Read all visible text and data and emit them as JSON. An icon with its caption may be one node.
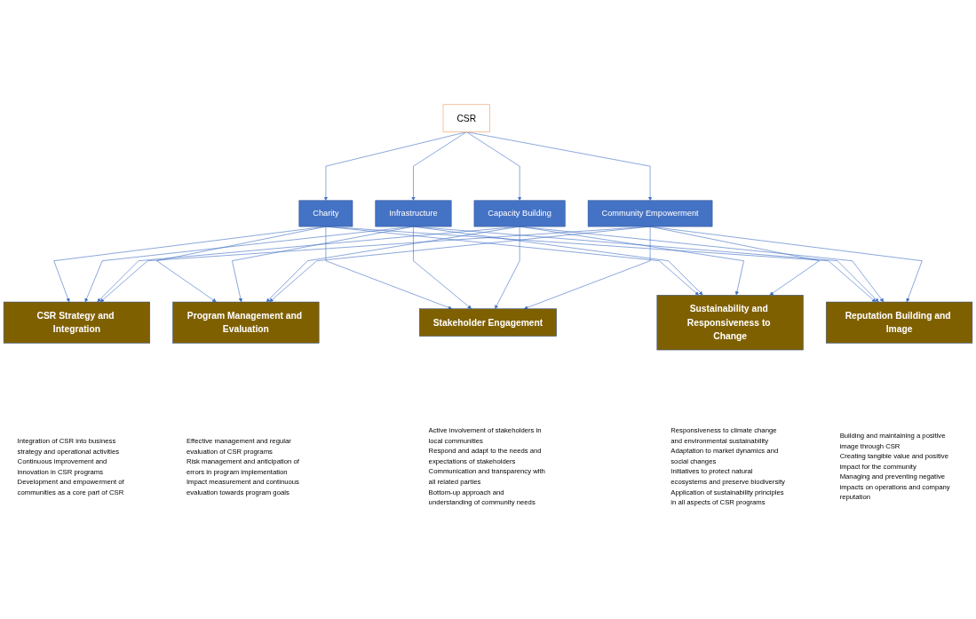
{
  "diagram": {
    "nodes": [
      {
        "text": [
          "CSR"
        ]
      },
      {
        "text": [
          "Charity"
        ]
      },
      {
        "text": [
          "Infrastructure"
        ]
      },
      {
        "text": [
          "Capacity Building"
        ]
      },
      {
        "text": [
          "Community Empowerment"
        ]
      },
      {
        "text": [
          "CSR Strategy and Integration"
        ],
        "beside": [
          "Integration of CSR into business strategy and operational activities",
          "Continuous improvement and innovation in CSR programs",
          "Development and empowerment of communities as a core part of CSR"
        ]
      },
      {
        "text": [
          "Program Management and Evaluation"
        ],
        "beside": [
          "Effective management and regular evaluation of CSR programs",
          "Risk management and anticipation of errors in program implementation",
          "Impact measurement and continuous evaluation towards program goals"
        ]
      },
      {
        "text": [
          "Stakeholder Engagement"
        ],
        "beside": [
          "Active involvement of stakeholders in local communities",
          "Respond and adapt to the needs and expectations of stakeholders",
          "Communication and transparency with all related parties",
          "Bottom-up approach and understanding of community needs"
        ]
      },
      {
        "text": [
          "Sustainability and Responsiveness to Change"
        ],
        "beside": [
          "Responsiveness to climate change and environmental sustainability",
          "Adaptation to market dynamics and social changes",
          "Initiatives to protect natural ecosystems and preserve biodiversity",
          "Application of sustainability principles in all aspects of CSR programs"
        ]
      },
      {
        "text": [
          "Reputation Building and Image"
        ],
        "beside": [
          "Building and maintaining a positive image through CSR",
          "Creating tangible value and positive impact for the community",
          "Managing and preventing negative impacts on operations and company reputation"
        ]
      }
    ],
    "edges": [
      {
        "from": 0,
        "to": 1,
        "arrow": "to"
      },
      {
        "from": 0,
        "to": 2,
        "arrow": "to"
      },
      {
        "from": 0,
        "to": 3,
        "arrow": "to"
      },
      {
        "from": 0,
        "to": 4,
        "arrow": "to"
      },
      {
        "from": 1,
        "to": 5,
        "arrow": "to"
      },
      {
        "from": 1,
        "to": 6,
        "arrow": "to"
      },
      {
        "from": 1,
        "to": 7,
        "arrow": "to"
      },
      {
        "from": 1,
        "to": 8,
        "arrow": "to"
      },
      {
        "from": 1,
        "to": 9,
        "arrow": "to"
      },
      {
        "from": 2,
        "to": 5,
        "arrow": "to"
      },
      {
        "from": 2,
        "to": 6,
        "arrow": "to"
      },
      {
        "from": 2,
        "to": 7,
        "arrow": "to"
      },
      {
        "from": 2,
        "to": 8,
        "arrow": "to"
      },
      {
        "from": 2,
        "to": 9,
        "arrow": "to"
      },
      {
        "from": 3,
        "to": 5,
        "arrow": "to"
      },
      {
        "from": 3,
        "to": 6,
        "arrow": "to"
      },
      {
        "from": 3,
        "to": 7,
        "arrow": "to"
      },
      {
        "from": 3,
        "to": 8,
        "arrow": "to"
      },
      {
        "from": 3,
        "to": 9,
        "arrow": "to"
      },
      {
        "from": 4,
        "to": 5,
        "arrow": "to"
      },
      {
        "from": 4,
        "to": 6,
        "arrow": "to"
      },
      {
        "from": 4,
        "to": 7,
        "arrow": "to"
      },
      {
        "from": 4,
        "to": 8,
        "arrow": "to"
      },
      {
        "from": 4,
        "to": 9,
        "arrow": "to"
      }
    ]
  }
}
